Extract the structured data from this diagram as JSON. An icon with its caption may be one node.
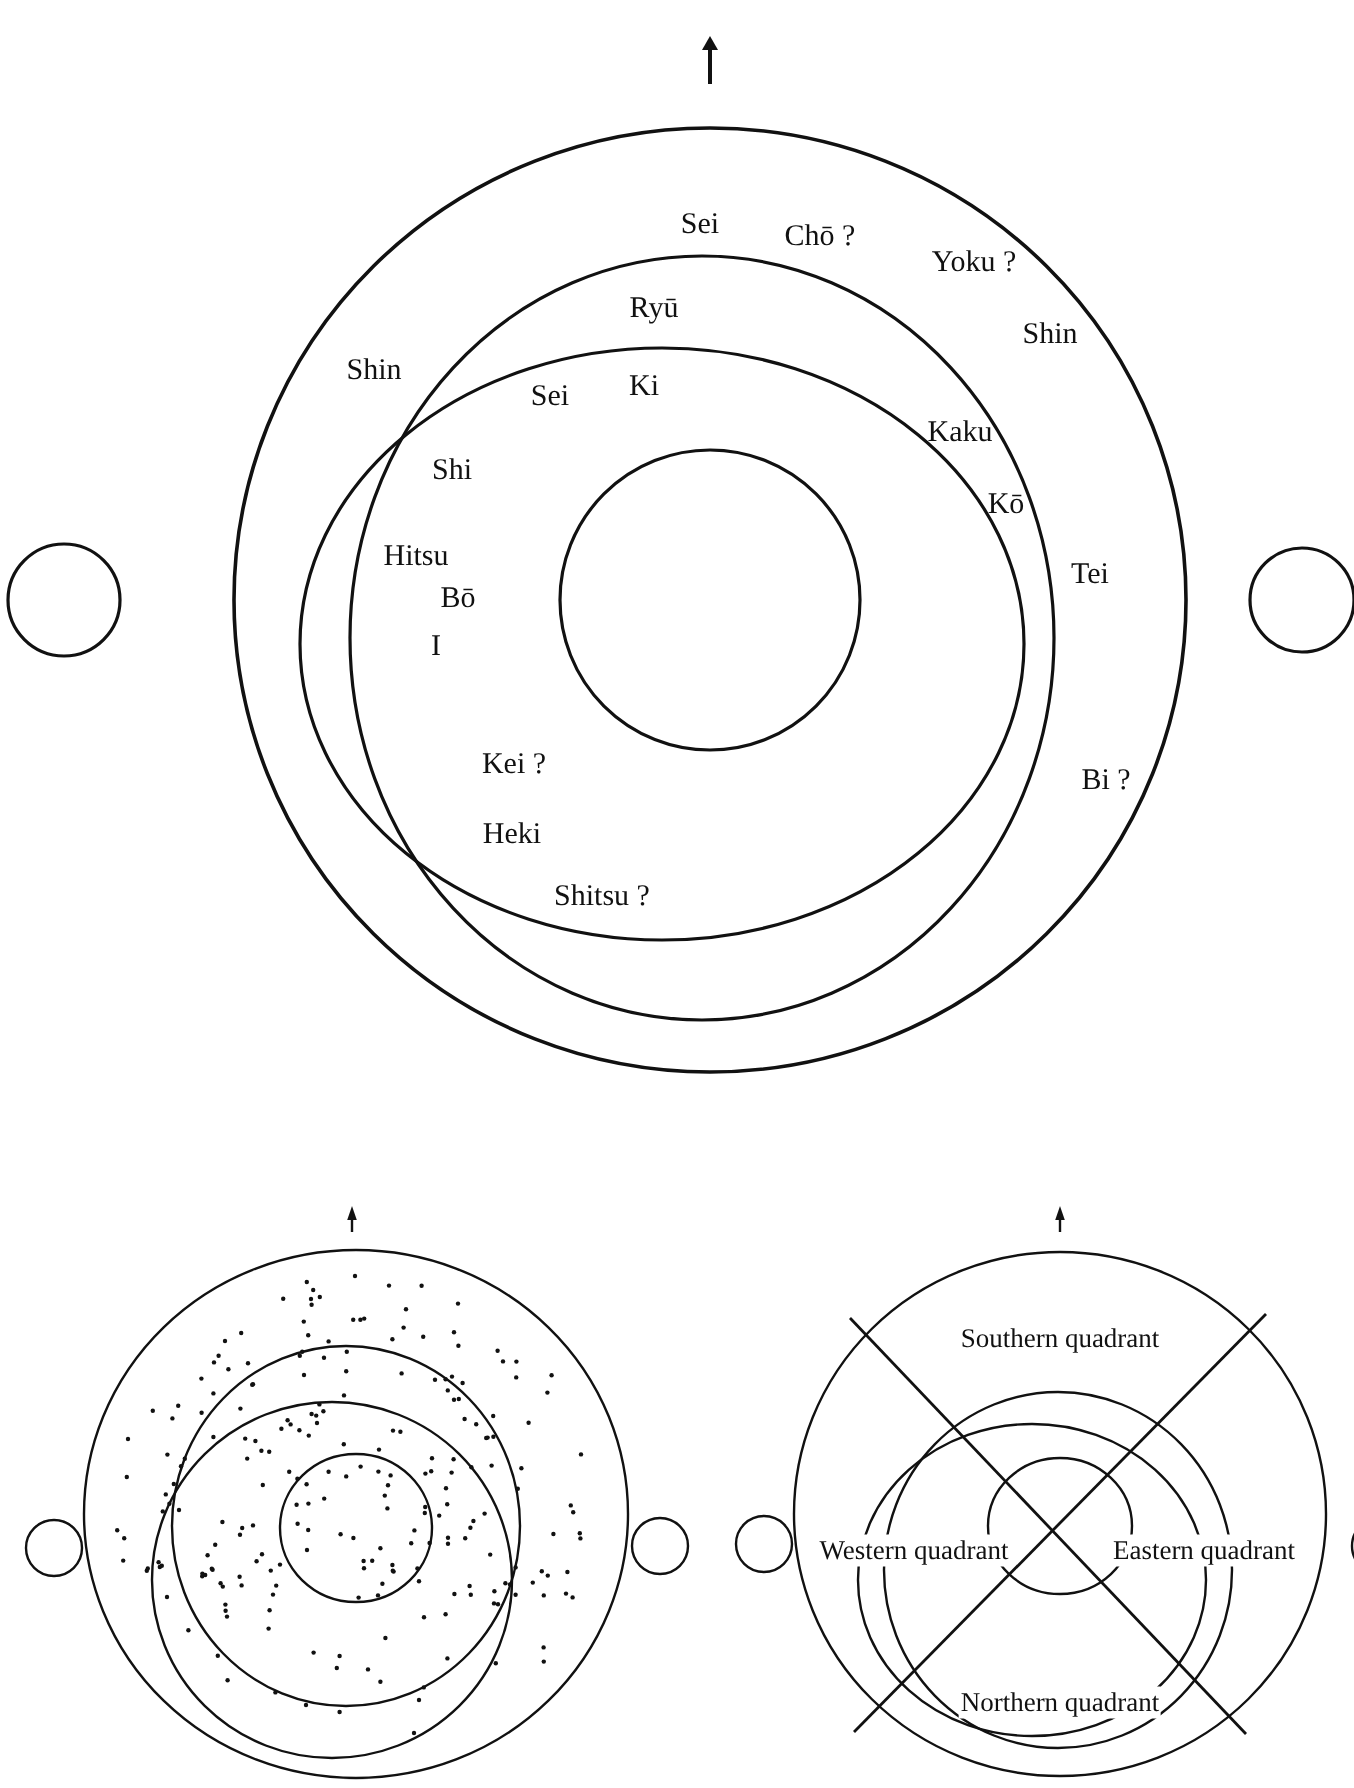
{
  "diagram": {
    "labels": [
      "Sei",
      "Chō ?",
      "Yoku ?",
      "Ryū",
      "Shin",
      "Shin",
      "Ki",
      "Sei",
      "Kaku",
      "Shi",
      "Kō",
      "Hitsu",
      "Tei",
      "Bō",
      "I",
      "Kei ?",
      "Bi ?",
      "Heki",
      "Shitsu ?",
      "Southern quadrant",
      "Western quadrant",
      "Eastern quadrant",
      "Northern quadrant"
    ]
  }
}
